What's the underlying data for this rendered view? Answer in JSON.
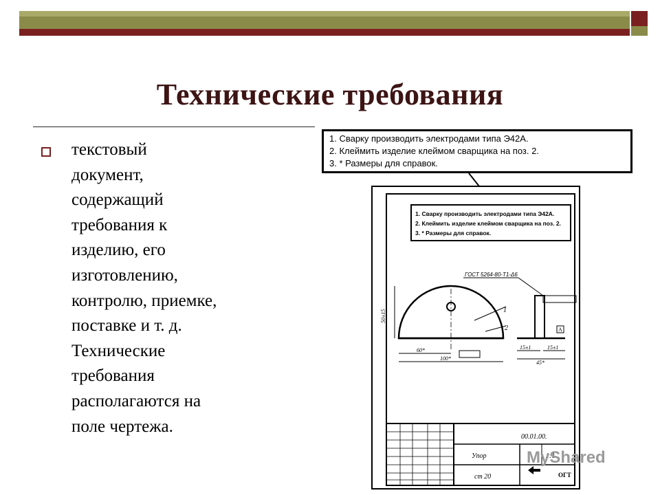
{
  "slide": {
    "title": "Технические требования",
    "body": "текстовый\nдокумент,\nсодержащий\nтребования к\nизделию, его\nизготовлению,\nконтролю, приемке,\nпоставке и т. д.\nТехнические\nтребования\nрасполагаются на\nполе чертежа."
  },
  "callout": {
    "lines": [
      "1. Сварку производить электродами типа Э42А.",
      "2. Клеймить изделие клеймом сварщика на поз. 2.",
      "3. * Размеры для справок."
    ]
  },
  "drawing": {
    "notes": [
      "1. Сварку производить электродами типа Э42А.",
      "2. Клеймить изделие клеймом сварщика на поз. 2.",
      "3. * Размеры для справок."
    ],
    "gost": "ГОСТ 5264-80-Т1-Δ6",
    "dim_height": "50±15",
    "dim_60": "60*",
    "dim_100": "100*",
    "dim_15a": "15±1",
    "dim_15b": "15±1",
    "dim_45": "45*",
    "pos_1": "1",
    "pos_2": "2",
    "datum": "А",
    "stamp_code": "00.01.00.",
    "stamp_name": "Упор",
    "stamp_material": "ст 20",
    "stamp_scale": "1:1",
    "stamp_org": "ОГТ"
  },
  "watermark": "MyShared",
  "colors": {
    "olive": "#8b8b49",
    "maroon": "#7a2020",
    "title": "#3d1414"
  }
}
